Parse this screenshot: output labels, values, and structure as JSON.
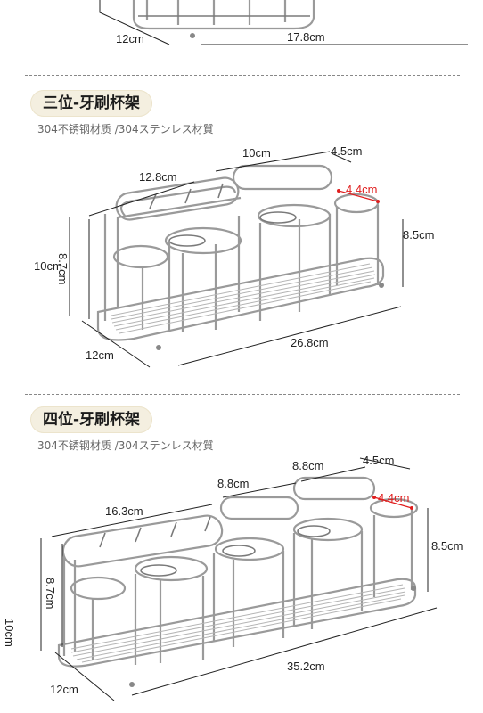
{
  "top_fragment": {
    "depth_label": "12cm",
    "length_label": "17.8cm"
  },
  "section_three": {
    "title": "三位-牙刷杯架",
    "subtitle": "304不锈钢材质 /304ステンレス材質",
    "dims": {
      "left_width": "12.8cm",
      "mid_width": "10cm",
      "cup_depth": "4.5cm",
      "cup_diameter": "4.4cm",
      "height_total": "10cm",
      "height_frame": "8.7cm",
      "height_right": "8.5cm",
      "depth": "12cm",
      "length": "26.8cm"
    }
  },
  "section_four": {
    "title": "四位-牙刷杯架",
    "subtitle": "304不锈钢材质 /304ステンレス材質",
    "dims": {
      "left_width": "16.3cm",
      "mid_width_a": "8.8cm",
      "mid_width_b": "8.8cm",
      "cup_depth": "4.5cm",
      "cup_diameter": "4.4cm",
      "height_total": "10cm",
      "height_frame": "8.7cm",
      "height_right": "8.5cm",
      "depth": "12cm",
      "length": "35.2cm"
    }
  },
  "colors": {
    "accent": "#e01e1e",
    "pill_bg": "#f4efe0",
    "wire": "#9a9a9a"
  }
}
